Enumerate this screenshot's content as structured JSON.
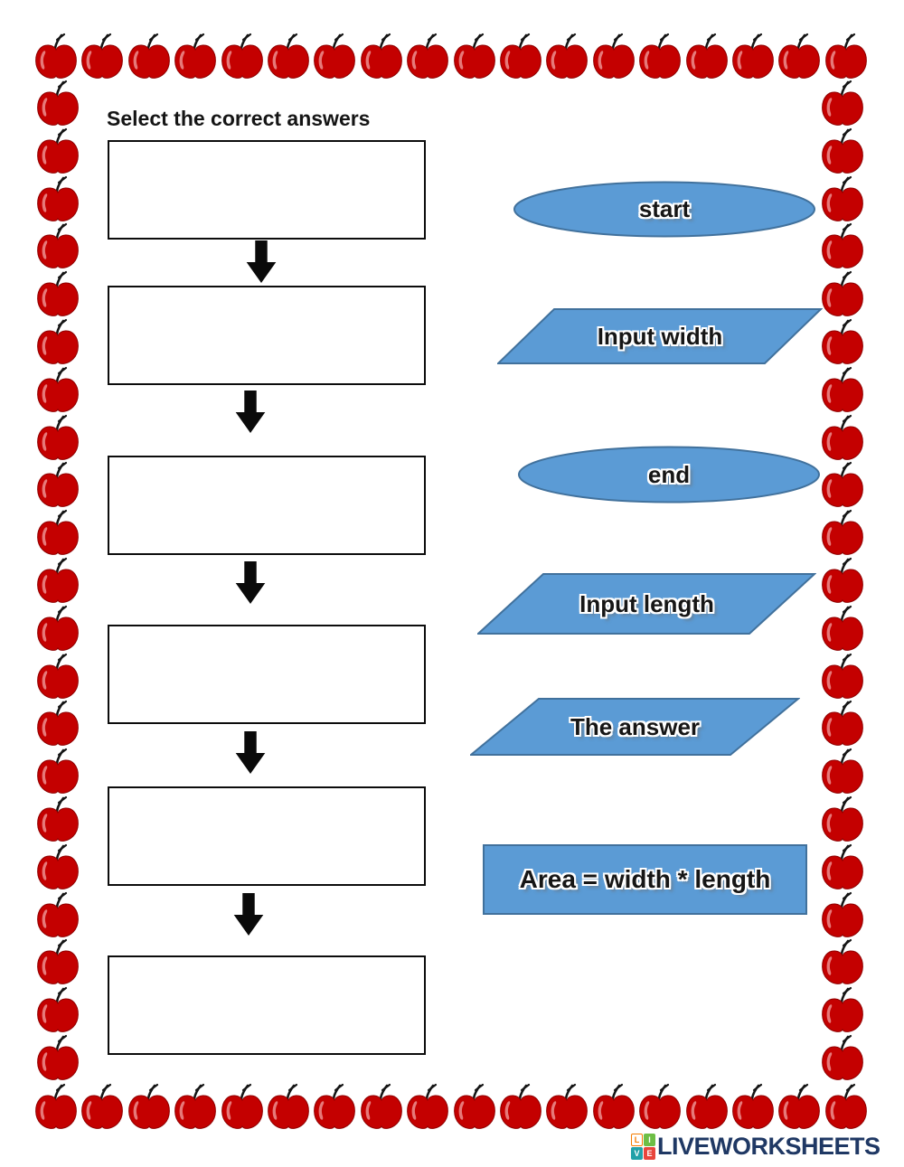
{
  "page": {
    "title": "Select the correct answers",
    "background": "#ffffff"
  },
  "flowchart": {
    "boxes": [
      "",
      "",
      "",
      "",
      "",
      ""
    ],
    "arrow_icon": "down-arrow-icon"
  },
  "answers": [
    {
      "shape": "ellipse",
      "label": "start"
    },
    {
      "shape": "parallelogram",
      "label": "Input width"
    },
    {
      "shape": "ellipse",
      "label": "end"
    },
    {
      "shape": "parallelogram",
      "label": "Input length"
    },
    {
      "shape": "parallelogram",
      "label": "The answer"
    },
    {
      "shape": "rectangle",
      "label": "Area = width * length"
    }
  ],
  "colors": {
    "answer_fill": "#5b9bd5",
    "answer_border": "#41719c",
    "apple_red": "#c40000",
    "apple_highlight": "#ec8e8e",
    "arrow_black": "#0a0a0a",
    "brand_navy": "#1f3864"
  },
  "border_decoration": {
    "icon": "apple-icon",
    "sides": [
      "top",
      "right",
      "bottom",
      "left"
    ]
  },
  "footer": {
    "brand": "LIVEWORKSHEETS",
    "logo_letters": [
      "L",
      "I",
      "V",
      "E"
    ]
  }
}
